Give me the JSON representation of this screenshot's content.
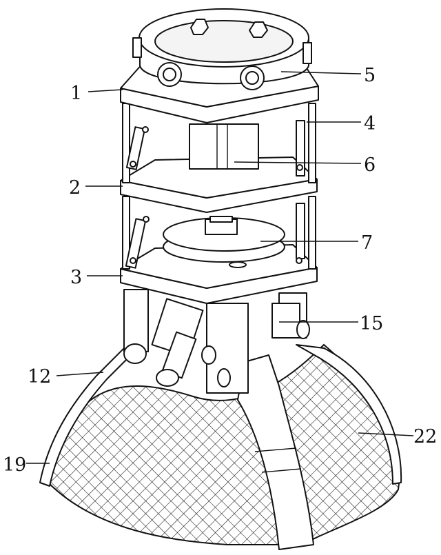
{
  "figure": {
    "labels": [
      {
        "id": "1",
        "text": "1"
      },
      {
        "id": "2",
        "text": "2"
      },
      {
        "id": "3",
        "text": "3"
      },
      {
        "id": "4",
        "text": "4"
      },
      {
        "id": "5",
        "text": "5"
      },
      {
        "id": "6",
        "text": "6"
      },
      {
        "id": "7",
        "text": "7"
      },
      {
        "id": "12",
        "text": "12"
      },
      {
        "id": "15",
        "text": "15"
      },
      {
        "id": "19",
        "text": "19"
      },
      {
        "id": "22",
        "text": "22"
      }
    ]
  }
}
